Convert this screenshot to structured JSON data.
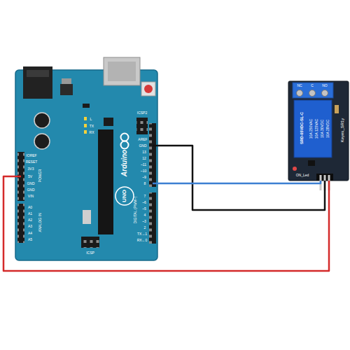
{
  "diagram": {
    "nodes": [
      {
        "text": [
          "Arduino",
          "UNO"
        ]
      },
      {
        "text": [
          "SRD-05VDC-SL-C",
          "Keyes_SR1y"
        ]
      }
    ],
    "edges": [
      {
        "from": 0,
        "to": 1,
        "arrow": "none"
      },
      {
        "from": 0,
        "to": 1,
        "arrow": "none"
      },
      {
        "from": 0,
        "to": 1,
        "arrow": "none"
      }
    ],
    "labels": [
      "IOREF",
      "RESET",
      "3V3",
      "5V",
      "GND",
      "GND",
      "VIN",
      "POWER",
      "ANALOG IN",
      "A0",
      "A1",
      "A2",
      "A3",
      "A4",
      "A5",
      "AREF",
      "GND",
      "13",
      "12",
      "~11",
      "~10",
      "~9",
      "8",
      "7",
      "~6",
      "~5",
      "4",
      "~3",
      "2",
      "TX→1",
      "RX←0",
      "DIGITAL (PWM~)",
      "ICSP2",
      "ICSP",
      "L",
      "TX",
      "RX",
      "NC",
      "C",
      "NO",
      "10A 250VAC",
      "10A 125VAC",
      "10A 30VDC",
      "10A 28VDC",
      "ON_Led"
    ]
  }
}
